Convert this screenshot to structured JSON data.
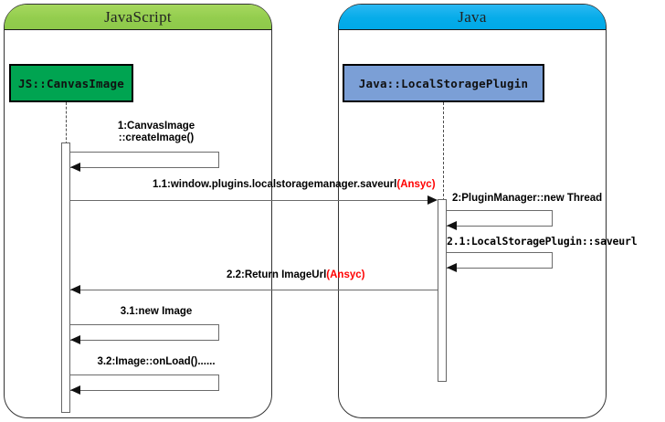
{
  "diagram": {
    "title": "Sequence diagram: JS CanvasImage saving via Java LocalStoragePlugin",
    "type": "sequence-diagram"
  },
  "lanes": [
    {
      "id": "javascript",
      "label": "JavaScript",
      "color": "#93cd4e"
    },
    {
      "id": "java",
      "label": "Java",
      "color": "#06ace9"
    }
  ],
  "participants": [
    {
      "id": "js-canvasimage",
      "label": "JS::CanvasImage",
      "lane": "javascript",
      "color": "#00a451"
    },
    {
      "id": "java-localstorageplugin",
      "label": "Java::LocalStoragePlugin",
      "lane": "java",
      "color": "#7b9fd6"
    }
  ],
  "messages": [
    {
      "seq": "1",
      "label_mono": "1:CanvasImage",
      "label_sans": "::createImage()",
      "from": "js-canvasimage",
      "to": "js-canvasimage",
      "kind": "self-call"
    },
    {
      "seq": "1.1",
      "label": "1.1:window.plugins.localstoragemanager.saveurl",
      "async_tag": "(Ansyc)",
      "from": "js-canvasimage",
      "to": "java-localstorageplugin",
      "kind": "call"
    },
    {
      "seq": "2",
      "label": "2:PluginManager::new Thread",
      "from": "java-localstorageplugin",
      "to": "java-localstorageplugin",
      "kind": "self-call"
    },
    {
      "seq": "2.1",
      "label": "2.1:LocalStoragePlugin::saveurl",
      "from": "java-localstorageplugin",
      "to": "java-localstorageplugin",
      "kind": "self-call"
    },
    {
      "seq": "2.2",
      "label": "2.2:Return ImageUrl",
      "async_tag": "(Ansyc)",
      "from": "java-localstorageplugin",
      "to": "js-canvasimage",
      "kind": "return"
    },
    {
      "seq": "3.1",
      "label": "3.1:new Image",
      "from": "js-canvasimage",
      "to": "js-canvasimage",
      "kind": "self-call"
    },
    {
      "seq": "3.2",
      "label": "3.2:Image::onLoad()......",
      "from": "js-canvasimage",
      "to": "js-canvasimage",
      "kind": "self-call"
    }
  ],
  "colors": {
    "js_lane_header": "#93cd4e",
    "java_lane_header": "#06ace9",
    "js_object": "#00a451",
    "java_object": "#7b9fd6",
    "message_line": "#6b6b6b",
    "async_text": "#ff0000",
    "panel_border": "#333333"
  }
}
